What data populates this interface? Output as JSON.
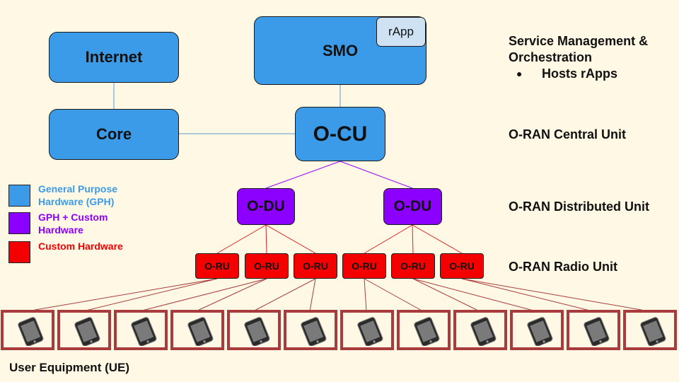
{
  "nodes": {
    "internet": "Internet",
    "smo": "SMO",
    "rapp": "rApp",
    "core": "Core",
    "ocu": "O-CU",
    "odu": "O-DU",
    "oru": "O-RU"
  },
  "labels": {
    "smo_line1": "Service Management &",
    "smo_line2": "Orchestration",
    "smo_bullet": "Hosts rApps",
    "ocu": "O-RAN Central Unit",
    "odu": "O-RAN Distributed Unit",
    "oru": "O-RAN Radio Unit",
    "ue": "User Equipment (UE)"
  },
  "legend": {
    "gph": "General Purpose Hardware (GPH)",
    "gph_custom": "GPH + Custom Hardware",
    "custom": "Custom Hardware"
  },
  "colors": {
    "gph": "#3c9be8",
    "gph_custom": "#8b00ff",
    "custom": "#f40000",
    "ue_border": "#a83c3c"
  }
}
